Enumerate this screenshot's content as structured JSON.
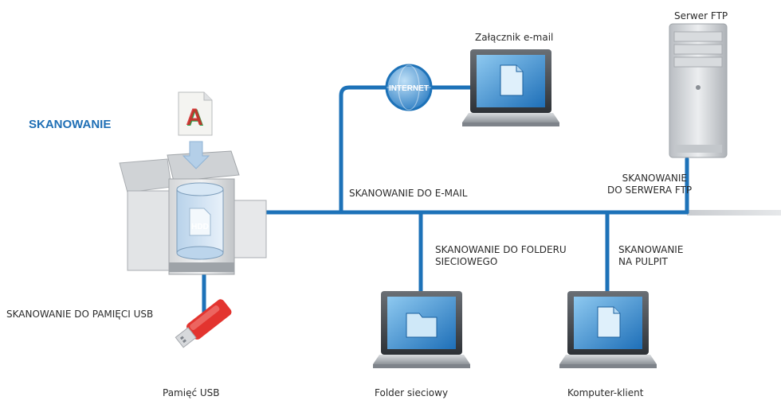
{
  "heading": "SKANOWANIE",
  "globe_text": "INTERNET",
  "hdd_text": "HDD",
  "devices": {
    "ftp_server": "Serwer FTP",
    "email_attachment": "Załącznik e-mail",
    "usb_memory": "Pamięć USB",
    "network_folder": "Folder sieciowy",
    "client_computer": "Komputer-klient"
  },
  "flows": {
    "to_email": "SKANOWANIE DO E-MAIL",
    "to_ftp": [
      "SKANOWANIE",
      "DO SERWERA FTP"
    ],
    "to_folder": [
      "SKANOWANIE DO FOLDERU",
      "SIECIOWEGO"
    ],
    "to_desktop": [
      "SKANOWANIE",
      "NA PULPIT"
    ],
    "to_usb": "SKANOWANIE DO PAMIĘCI USB"
  },
  "colors": {
    "network_line": "#1d72b8",
    "heading": "#1f6fb5",
    "globe": "#3d8fd0",
    "document_accent_red": "#d8262a",
    "document_accent_green": "#2aa04a",
    "usb_red": "#e3342f"
  },
  "icons": [
    "printer-icon",
    "globe-icon",
    "laptop-icon",
    "server-icon",
    "usb-stick-icon",
    "document-icon",
    "hdd-icon"
  ]
}
